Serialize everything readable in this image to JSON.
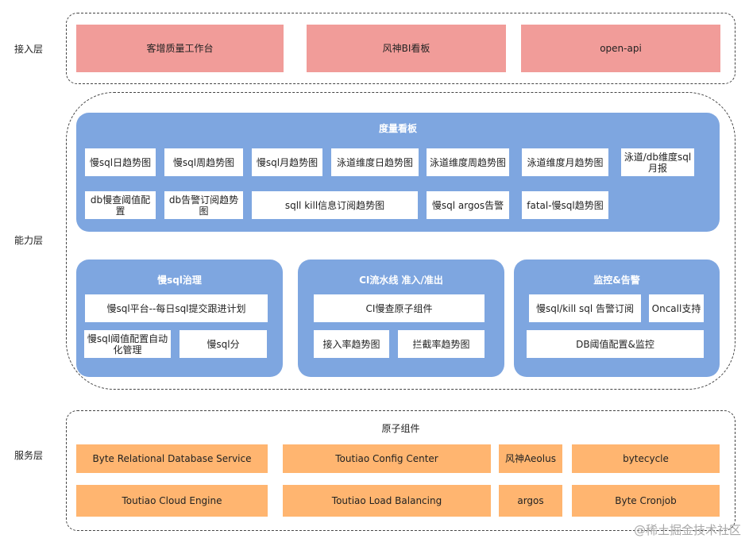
{
  "layers": {
    "access": "接入层",
    "capability": "能力层",
    "service": "服务层"
  },
  "access": {
    "items": [
      "客增质量工作台",
      "风神BI看板",
      "open-api"
    ]
  },
  "metrics": {
    "title": "度量看板",
    "row1": [
      "慢sql日趋势图",
      "慢sql周趋势图",
      "慢sql月趋势图",
      "泳道维度日趋势图",
      "泳道维度周趋势图",
      "泳道维度月趋势图",
      "泳道/db维度sql月报"
    ],
    "row2": [
      "db慢查阈值配置",
      "db告警订阅趋势图",
      "sqll kill信息订阅趋势图",
      "慢sql argos告警",
      "fatal-慢sql趋势图"
    ]
  },
  "governance": {
    "title": "慢sql治理",
    "items": [
      "慢sql平台--每日sql提交跟进计划",
      "慢sql阈值配置自动化管理",
      "慢sql分"
    ]
  },
  "ci": {
    "title": "CI流水线 准入/准出",
    "items": [
      "CI慢查原子组件",
      "接入率趋势图",
      "拦截率趋势图"
    ]
  },
  "monitor": {
    "title": "监控&告警",
    "items": [
      "慢sql/kill sql 告警订阅",
      "Oncall支持",
      "DB阈值配置&监控"
    ]
  },
  "service": {
    "title": "原子组件",
    "row1": [
      "Byte Relational Database Service",
      "Toutiao Config Center",
      "风神Aeolus",
      "bytecycle"
    ],
    "row2": [
      "Toutiao Cloud Engine",
      "Toutiao Load Balancing",
      "argos",
      "Byte  Cronjob"
    ]
  },
  "watermark": "@稀土掘金技术社区"
}
